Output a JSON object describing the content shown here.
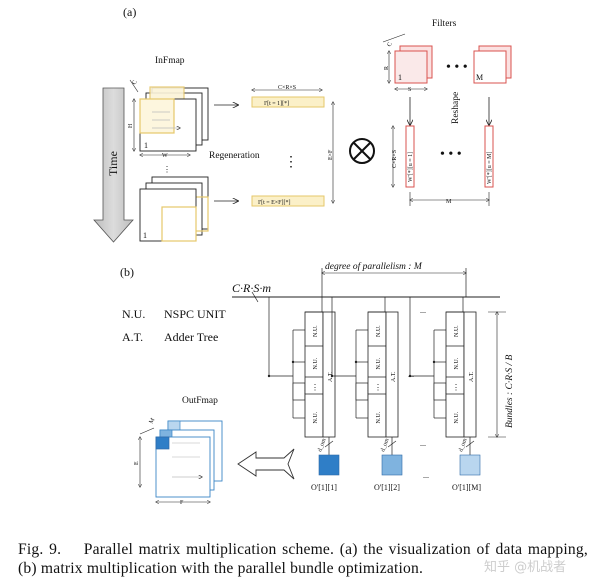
{
  "panel_a": {
    "label": "(a)",
    "infmap_title": "InFmap",
    "time_label": "Time",
    "dim_c": "C",
    "dim_h": "H",
    "dim_w": "W",
    "map_index_first": "1",
    "map_index_last": "1",
    "regeneration_label": "Regeneration",
    "crs_label": "C×R×S",
    "ef_label": "E×F",
    "row_first": "I'[t = 1][*]",
    "row_last": "I'[t = E×F][*]",
    "operator": "⊗",
    "filters_title": "Filters",
    "filter_dim_c": "C",
    "filter_dim_r": "R",
    "filter_dim_s": "S",
    "filter_first_index": "1",
    "filter_last_index": "M",
    "reshape_label": "Reshape",
    "w_col_first": "W'[*][u = 1]",
    "w_col_last": "W'[*][u = M]",
    "w_crs_label": "C×R×S",
    "w_m_label": "M",
    "dots": "• • •"
  },
  "panel_b": {
    "label": "(b)",
    "input_label": "C·R·S·m",
    "parallel_label": "degree of parallelism : M",
    "bundles_label": "Bundles : C·R·S / B",
    "legend": [
      {
        "abbr": "N.U.",
        "full": "NSPC UNIT"
      },
      {
        "abbr": "A.T.",
        "full": "Adder Tree"
      }
    ],
    "nu_label": "N.U.",
    "at_label": "A.T.",
    "ellipsis": "...",
    "d_label": "d_om",
    "outputs": [
      {
        "label": "O'[1][1]",
        "color": "#2f7ec7"
      },
      {
        "label": "O'[1][2]",
        "color": "#7fb3df"
      },
      {
        "label": "O'[1][M]",
        "color": "#b9d6ef"
      }
    ],
    "outfmap_title": "OutFmap",
    "out_dim_m": "M",
    "out_dim_e": "E",
    "out_dim_f": "F"
  },
  "caption": {
    "fig": "Fig. 9.",
    "text": "Parallel matrix multiplication scheme. (a) the visualization of data mapping, (b) matrix multiplication with the parallel bundle optimization."
  },
  "watermark": "知乎 @机战者",
  "colors": {
    "infmap_yellow": "#e6c76a",
    "filter_red": "#d9534f",
    "filter_fill": "#f6d0d0",
    "out_blue": "#2f7ec7",
    "arrow_gray": "#c8c8c8"
  }
}
